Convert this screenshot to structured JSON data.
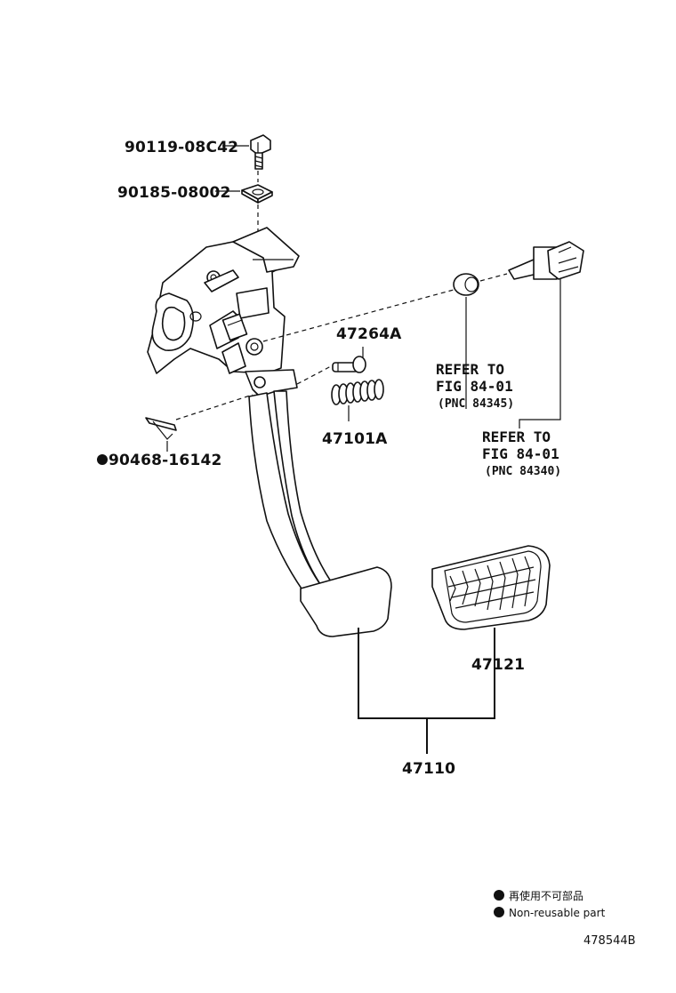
{
  "labels": {
    "bolt": "90119-08C42",
    "nut": "90185-08002",
    "pin": "47264A",
    "spring": "47101A",
    "clip": "90468-16142",
    "pad": "47121",
    "pedal_assy": "47110"
  },
  "refs": [
    {
      "line1": "REFER TO",
      "line2": "FIG 84-01",
      "pnc": "(PNC 84345)"
    },
    {
      "line1": "REFER TO",
      "line2": "FIG 84-01",
      "pnc": "(PNC 84340)"
    }
  ],
  "legend": {
    "jp": "再使用不可部品",
    "en": "Non-reusable part"
  },
  "code": "478544B"
}
